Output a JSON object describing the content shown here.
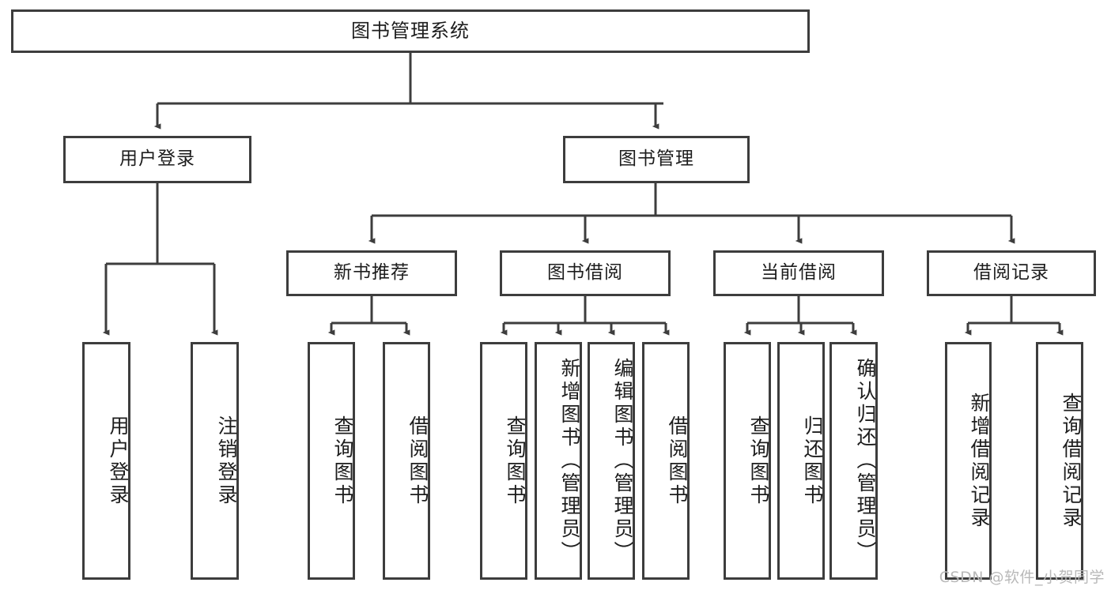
{
  "diagram": {
    "title": "图书管理系统",
    "type": "tree",
    "watermark": "CSDN @软件_小贺同学",
    "colors": {
      "background": "#ffffff",
      "border": "#3d3d3d",
      "text": "#1d1d1d",
      "edge": "#3d3d3d",
      "watermark": "#b9b9b9"
    },
    "levels": {
      "root": {
        "label": "图书管理系统"
      },
      "level2": [
        {
          "label": "用户登录"
        },
        {
          "label": "图书管理"
        }
      ],
      "level3": [
        {
          "label": "新书推荐"
        },
        {
          "label": "图书借阅"
        },
        {
          "label": "当前借阅"
        },
        {
          "label": "借阅记录"
        }
      ],
      "leaves": [
        {
          "label": "用户登录",
          "parent": "用户登录"
        },
        {
          "label": "注销登录",
          "parent": "用户登录"
        },
        {
          "label": "查询图书",
          "parent": "新书推荐"
        },
        {
          "label": "借阅图书",
          "parent": "新书推荐"
        },
        {
          "label": "查询图书",
          "parent": "图书借阅"
        },
        {
          "label": "新增图书（管理员）",
          "parent": "图书借阅"
        },
        {
          "label": "编辑图书（管理员）",
          "parent": "图书借阅"
        },
        {
          "label": "借阅图书",
          "parent": "图书借阅"
        },
        {
          "label": "查询图书",
          "parent": "当前借阅"
        },
        {
          "label": "归还图书",
          "parent": "当前借阅"
        },
        {
          "label": "确认归还（管理员）",
          "parent": "当前借阅"
        },
        {
          "label": "新增借阅记录",
          "parent": "借阅记录"
        },
        {
          "label": "查询借阅记录",
          "parent": "借阅记录"
        }
      ]
    }
  }
}
